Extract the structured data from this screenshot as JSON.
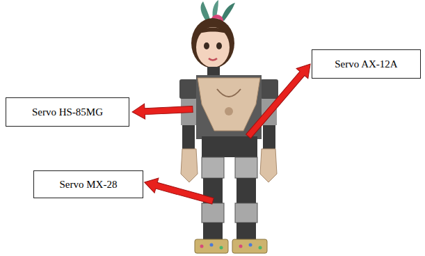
{
  "diagram": {
    "nodes": [
      {
        "text": [
          "Servo AX-12A"
        ]
      },
      {
        "text": [
          "Servo HS-85MG"
        ]
      },
      {
        "text": [
          "Servo MX-28"
        ]
      }
    ]
  }
}
